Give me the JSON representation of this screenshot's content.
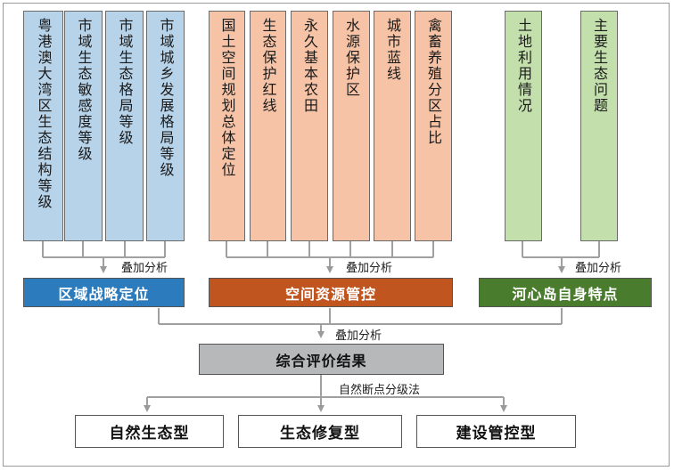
{
  "regional": {
    "sources": [
      "粤港澳大湾区生态结构等级",
      "市域生态敏感度等级",
      "市域生态格局等级",
      "市域城乡发展格局等级"
    ],
    "merge_label": "叠加分析",
    "result": "区域战略定位"
  },
  "spatial": {
    "sources": [
      "国土空间规划总体定位",
      "生态保护红线",
      "永久基本农田",
      "水源保护区",
      "城市蓝线",
      "禽畜养殖分区占比"
    ],
    "merge_label": "叠加分析",
    "result": "空间资源管控"
  },
  "island": {
    "sources": [
      "土地利用情况",
      "主要生态问题"
    ],
    "merge_label": "叠加分析",
    "result": "河心岛自身特点"
  },
  "combined": {
    "merge_label": "叠加分析",
    "result": "综合评价结果"
  },
  "classification": {
    "method_label": "自然断点分级法",
    "outputs": [
      "自然生态型",
      "生态修复型",
      "建设管控型"
    ]
  },
  "colors": {
    "blue_fill": "#b7d3ea",
    "orange_fill": "#f6c3a6",
    "green_fill": "#c2dfac",
    "blue_bar": "#2c7bbd",
    "orange_bar": "#c1551f",
    "green_bar": "#4a7c2d",
    "gray_bar": "#b7b8ba",
    "connector": "#a0a0a0"
  }
}
